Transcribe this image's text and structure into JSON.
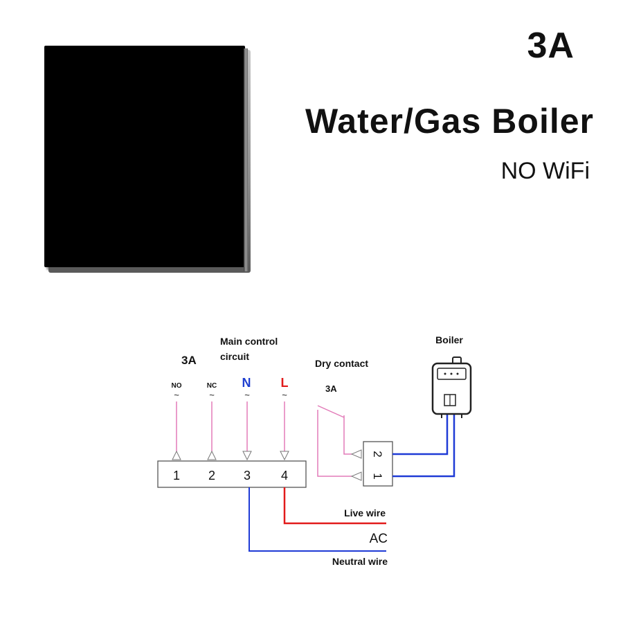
{
  "product": {
    "rating": "3A",
    "title": "Water/Gas Boiler",
    "subtitle": "NO WiFi"
  },
  "diagram": {
    "rating": "3A",
    "main_control_line1": "Main control",
    "main_control_line2": "circuit",
    "terminal_labels": [
      "NO",
      "NC",
      "N",
      "L"
    ],
    "terminal_numbers": [
      "1",
      "2",
      "3",
      "4"
    ],
    "dry_contact": "Dry contact",
    "dry_contact_rating": "3A",
    "contact_numbers": [
      "2",
      "1"
    ],
    "boiler": "Boiler",
    "live_wire": "Live wire",
    "ac": "AC",
    "neutral_wire": "Neutral wire",
    "tilde": "~",
    "colors": {
      "pink_wire": "#e27ab8",
      "blue_wire": "#1e3ad6",
      "red_wire": "#e21b1b",
      "label_N": "#1f3fd0",
      "label_L": "#e11b1b"
    }
  }
}
